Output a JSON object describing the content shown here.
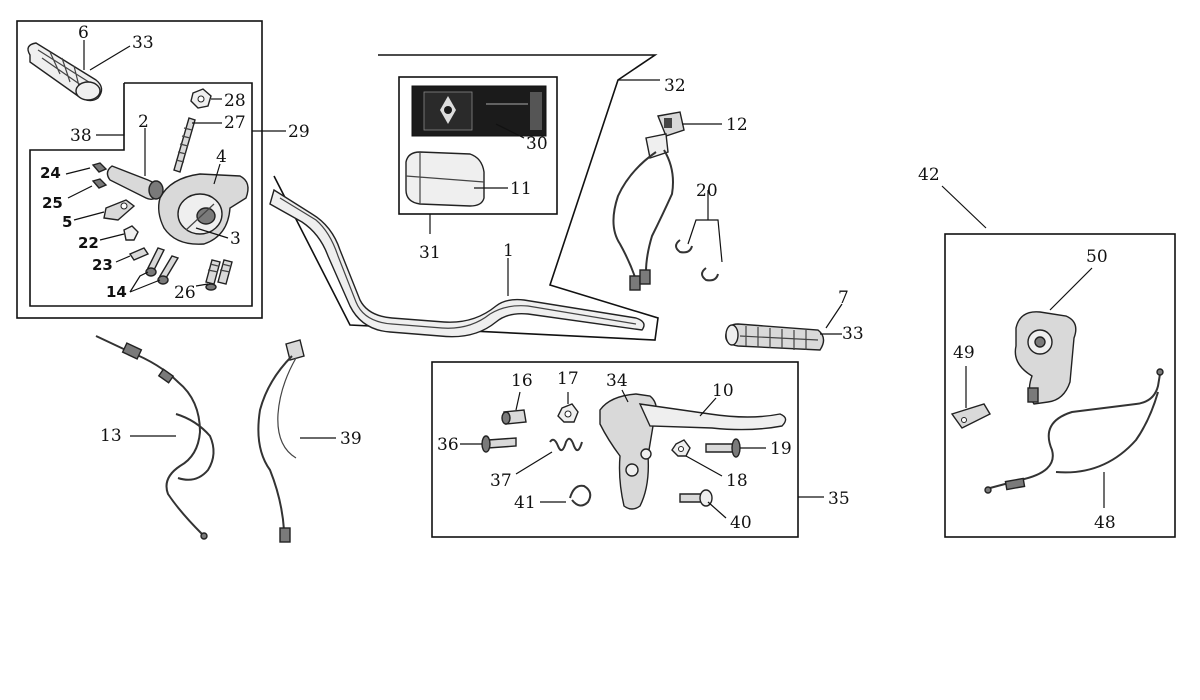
{
  "labels": {
    "l1": "1",
    "l2": "2",
    "l3": "3",
    "l4": "4",
    "l5": "5",
    "l6": "6",
    "l7": "7",
    "l10": "10",
    "l11": "11",
    "l12": "12",
    "l13": "13",
    "l14": "14",
    "l16": "16",
    "l17": "17",
    "l18": "18",
    "l19": "19",
    "l20": "20",
    "l22": "22",
    "l23": "23",
    "l24": "24",
    "l25": "25",
    "l26": "26",
    "l27": "27",
    "l28": "28",
    "l29": "29",
    "l30": "30",
    "l31": "31",
    "l32": "32",
    "l33a": "33",
    "l33b": "33",
    "l34": "34",
    "l35": "35",
    "l36": "36",
    "l37": "37",
    "l38": "38",
    "l39": "39",
    "l40": "40",
    "l41": "41",
    "l42": "42",
    "l48": "48",
    "l49": "49",
    "l50": "50"
  }
}
